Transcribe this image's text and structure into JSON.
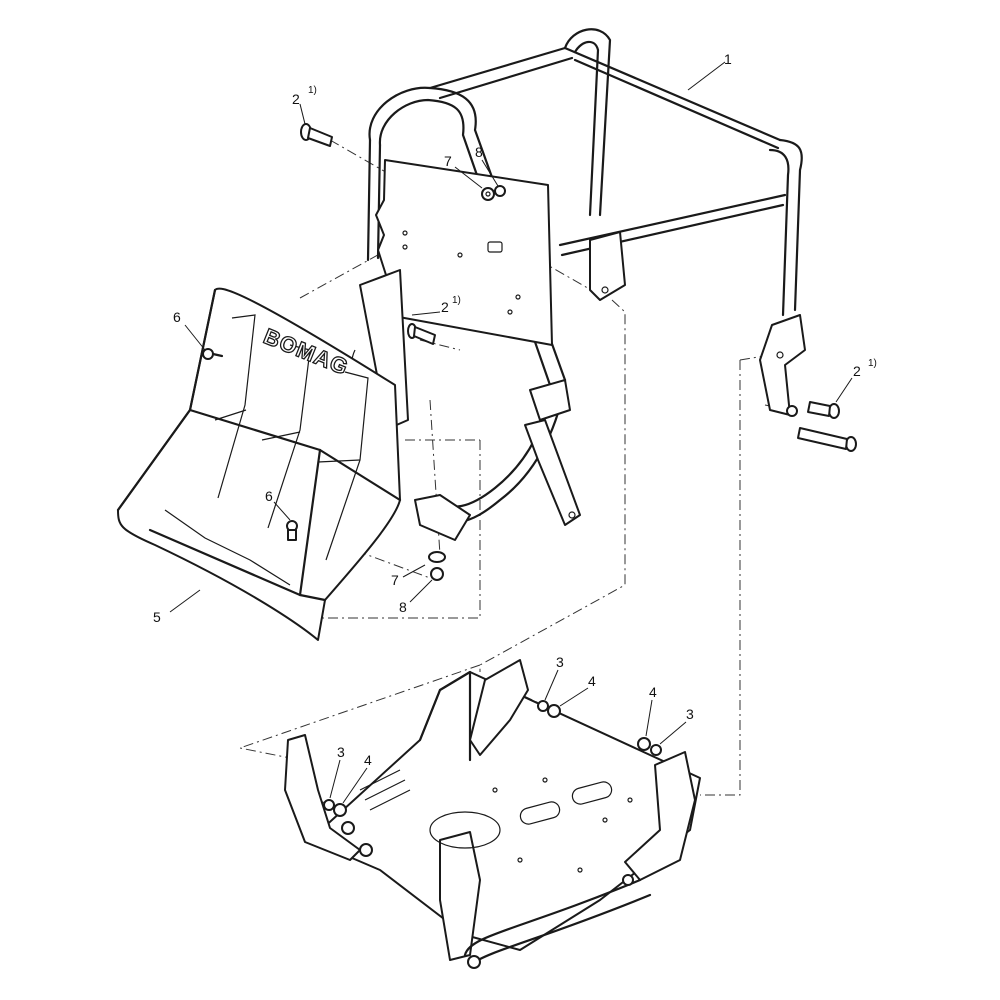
{
  "logo": {
    "text": "BOMAG"
  },
  "callouts": [
    {
      "id": "c1",
      "number": "1",
      "sup": ""
    },
    {
      "id": "c2a",
      "number": "2",
      "sup": "1)"
    },
    {
      "id": "c2b",
      "number": "2",
      "sup": "1)"
    },
    {
      "id": "c2c",
      "number": "2",
      "sup": "1)"
    },
    {
      "id": "c7a",
      "number": "7",
      "sup": ""
    },
    {
      "id": "c8a",
      "number": "8",
      "sup": ""
    },
    {
      "id": "c6a",
      "number": "6",
      "sup": ""
    },
    {
      "id": "c6b",
      "number": "6",
      "sup": ""
    },
    {
      "id": "c5",
      "number": "5",
      "sup": ""
    },
    {
      "id": "c7b",
      "number": "7",
      "sup": ""
    },
    {
      "id": "c8b",
      "number": "8",
      "sup": ""
    },
    {
      "id": "c3a",
      "number": "3",
      "sup": ""
    },
    {
      "id": "c4a",
      "number": "4",
      "sup": ""
    },
    {
      "id": "c4b",
      "number": "4",
      "sup": ""
    },
    {
      "id": "c3b",
      "number": "3",
      "sup": ""
    },
    {
      "id": "c3c",
      "number": "3",
      "sup": ""
    },
    {
      "id": "c4c",
      "number": "4",
      "sup": ""
    }
  ]
}
